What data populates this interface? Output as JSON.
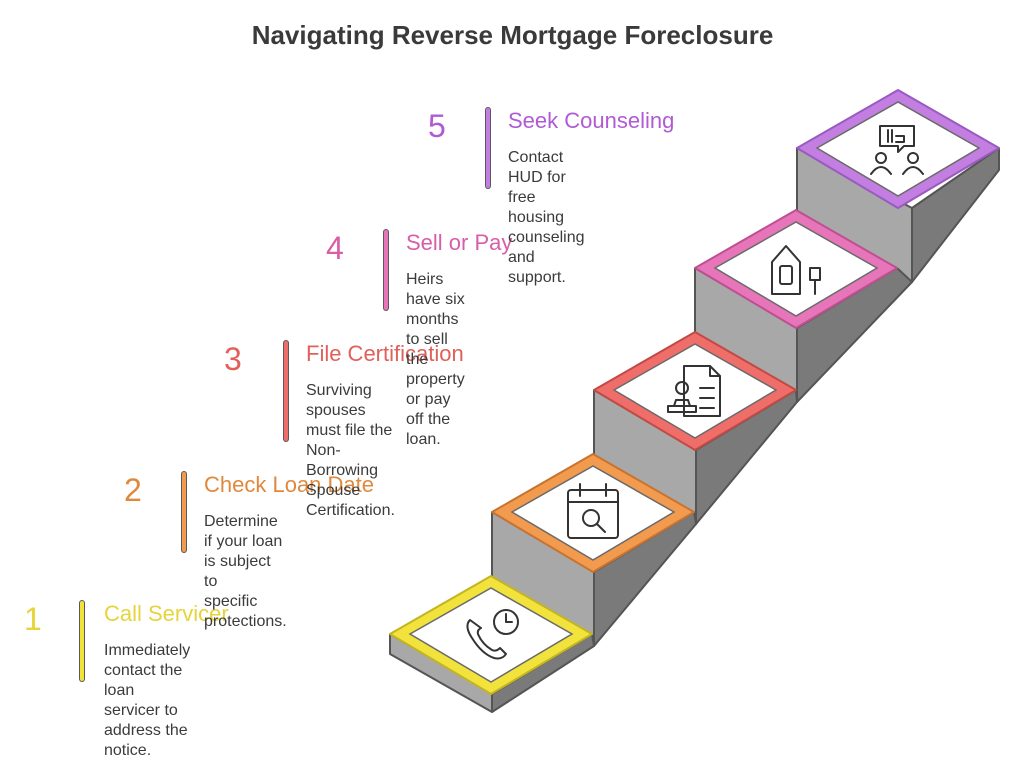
{
  "title": "Navigating Reverse Mortgage Foreclosure",
  "steps": [
    {
      "number": "1",
      "label": "Call Servicer",
      "description": [
        "Immediately contact the loan",
        "servicer to address the notice."
      ],
      "color": "#e6d43a",
      "border": "#f2e23c",
      "icon": "phone-clock-icon"
    },
    {
      "number": "2",
      "label": "Check Loan Date",
      "description": [
        "Determine if your loan is subject to",
        "specific protections."
      ],
      "color": "#e0893d",
      "border": "#f29a4e",
      "icon": "calendar-search-icon"
    },
    {
      "number": "3",
      "label": "File Certification",
      "description": [
        "Surviving spouses must file the",
        "Non-Borrowing Spouse",
        "Certification."
      ],
      "color": "#e0605a",
      "border": "#ef6e69",
      "icon": "document-stamp-icon"
    },
    {
      "number": "4",
      "label": "Sell or Pay",
      "description": [
        "Heirs have six months to sell the",
        "property or pay off the loan."
      ],
      "color": "#d85ea8",
      "border": "#e775b9",
      "icon": "house-sign-icon"
    },
    {
      "number": "5",
      "label": "Seek Counseling",
      "description": [
        "Contact HUD for free housing",
        "counseling and support."
      ],
      "color": "#b05ad6",
      "border": "#c27ee0",
      "icon": "counseling-icon"
    }
  ]
}
